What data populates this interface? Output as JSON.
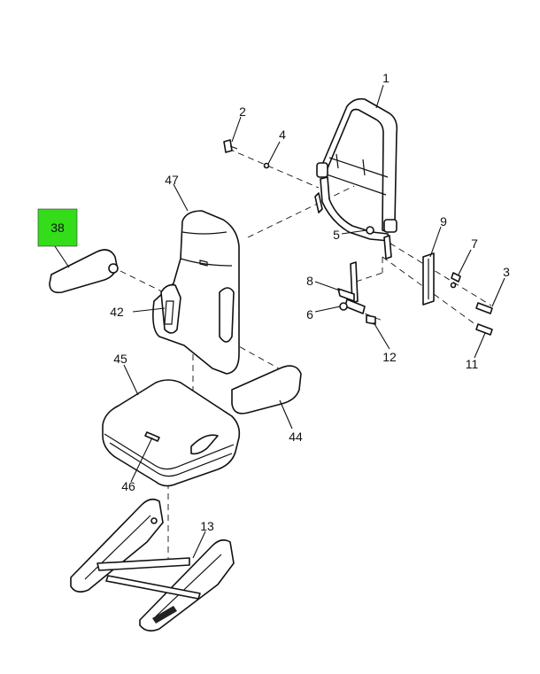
{
  "highlight_color": "#33dd1a",
  "callouts": {
    "c1": "1",
    "c2": "2",
    "c3": "3",
    "c4": "4",
    "c5": "5",
    "c6": "6",
    "c7": "7",
    "c8": "8",
    "c9": "9",
    "c11": "11",
    "c12": "12",
    "c13": "13",
    "c38": "38",
    "c42": "42",
    "c44": "44",
    "c45": "45",
    "c46": "46",
    "c47": "47"
  }
}
